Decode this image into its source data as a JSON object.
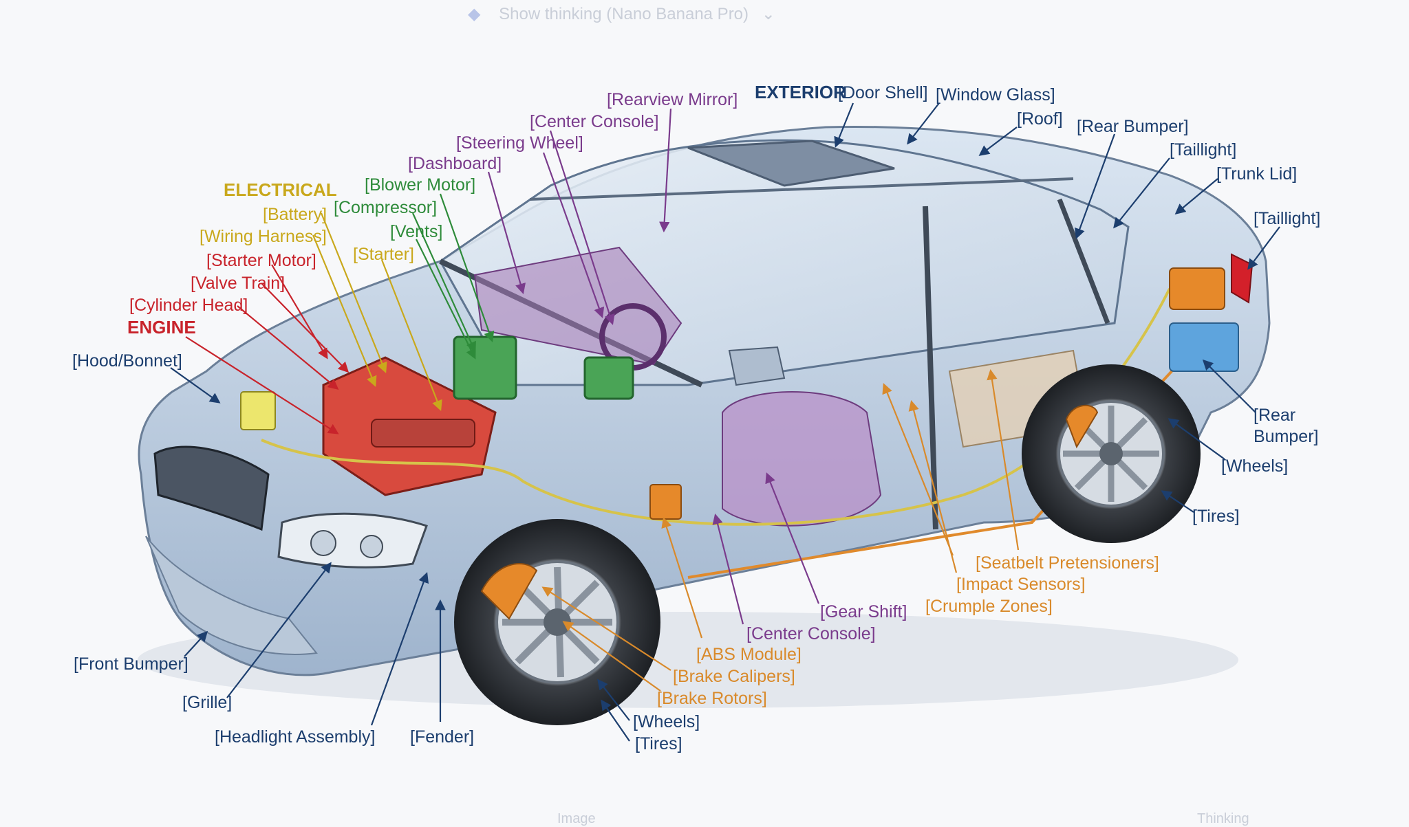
{
  "app_bar": {
    "title": "Show thinking (Nano Banana Pro)",
    "chevron": "chevron-down-icon",
    "input_pill_label": "Image",
    "mode_label": "Thinking"
  },
  "colors": {
    "engine": "#c8232b",
    "electrical": "#c9a81c",
    "hvac": "#2e8b3a",
    "interior": "#7a3b8c",
    "exterior": "#1c3e6e",
    "safety": "#d98a2b",
    "body": "#a9bed6",
    "background": "#f7f8fa"
  },
  "headings": {
    "electrical": "ELECTRICAL",
    "engine": "ENGINE",
    "exterior": "EXTERIOR"
  },
  "labels": {
    "rearview_mirror": "[Rearview Mirror]",
    "center_console_top": "[Center Console]",
    "steering_wheel": "[Steering Wheel]",
    "dashboard": "[Dashboard]",
    "blower_motor": "[Blower Motor]",
    "compressor": "[Compressor]",
    "vents": "[Vents]",
    "starter": "[Starter]",
    "battery": "[Battery]",
    "wiring_harness": "[Wiring Harness]",
    "starter_motor": "[Starter Motor]",
    "valve_train": "[Valve Train]",
    "cylinder_head": "[Cylinder Head]",
    "hood_bonnet": "[Hood/Bonnet]",
    "door_shell": "[Door Shell]",
    "window_glass": "[Window Glass]",
    "roof": "[Roof]",
    "rear_bumper_top": "[Rear Bumper]",
    "taillight_1": "[Taillight]",
    "trunk_lid": "[Trunk Lid]",
    "taillight_2": "[Taillight]",
    "rear_bumper_line1": "[Rear",
    "rear_bumper_line2": "Bumper]",
    "wheels_rear": "[Wheels]",
    "tires_rear": "[Tires]",
    "seatbelt_pretensioners": "[Seatbelt Pretensioners]",
    "impact_sensors": "[Impact Sensors]",
    "crumple_zones": "[Crumple Zones]",
    "gear_shift": "[Gear Shift]",
    "center_console_bottom": "[Center Console]",
    "abs_module": "[ABS Module]",
    "brake_calipers": "[Brake Calipers]",
    "brake_rotors": "[Brake Rotors]",
    "wheels_front": "[Wheels]",
    "tires_front": "[Tires]",
    "front_bumper": "[Front Bumper]",
    "grille": "[Grille]",
    "headlight_assembly": "[Headlight Assembly]",
    "fender": "[Fender]"
  }
}
